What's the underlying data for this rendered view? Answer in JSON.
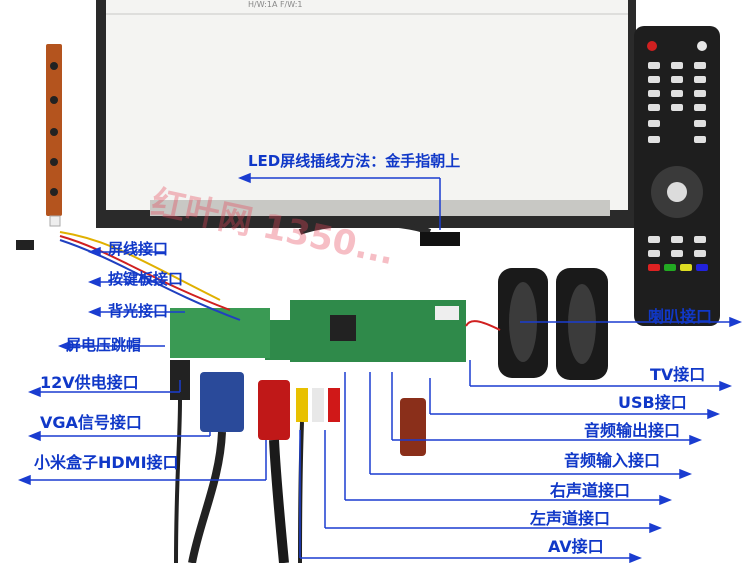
{
  "labels": {
    "led_connection": "LED屏线插线方法：金手指朝上",
    "screen_cable": "屏线接口",
    "keypad_cable": "按键板接口",
    "backlight": "背光接口",
    "panel_voltage_jumper": "屏电压跳帽",
    "power_12v": "12V供电接口",
    "vga": "VGA信号接口",
    "hdmi": "小米盒子HDMI接口",
    "speaker": "喇叭接口",
    "tv": "TV接口",
    "usb": "USB接口",
    "audio_out": "音频输出接口",
    "audio_in": "音频输入接口",
    "right_channel": "右声道接口",
    "left_channel": "左声道接口",
    "av": "AV接口"
  },
  "panel_text": {
    "panel_label": "H/W:1A   F/W:1"
  },
  "colors": {
    "label_text": "#1038c8",
    "pointer_line": "#1a3cd0",
    "board_green": "#2f8a4a",
    "panel_frame": "#2a2a2a",
    "remote_body": "#1e1e1e",
    "watermark": "#e6465a"
  }
}
